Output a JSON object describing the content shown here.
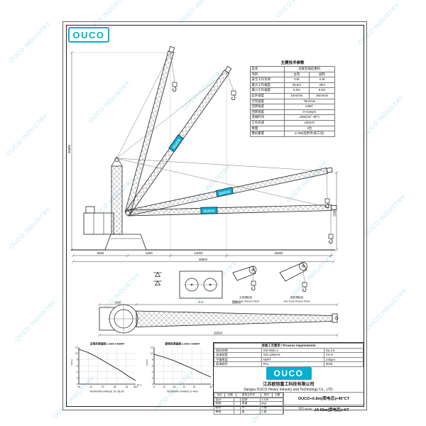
{
  "brand": {
    "name": "OUCO",
    "accent": "#0aaecf"
  },
  "watermark": {
    "text": "·OUCO INDUSTRY·"
  },
  "spec_table": {
    "title": "主要技术参数",
    "rows": [
      {
        "label": "型式",
        "main": "双联变幅起重机",
        "aux": ""
      },
      {
        "label": "项目",
        "main": "主钩",
        "aux": "副钩"
      },
      {
        "label": "安全工作负荷",
        "main": "0.8t",
        "aux": "0.5t"
      },
      {
        "label": "最大工作幅度",
        "main": "38.5m",
        "aux": "40m"
      },
      {
        "label": "最小工作幅度",
        "main": "6.2m",
        "aux": "6.5m"
      },
      {
        "label": "起升速度",
        "main": "10m/min",
        "aux": "30m/min"
      },
      {
        "label": "空钩速度",
        "main": "75m/min",
        "aux": ""
      },
      {
        "label": "回转角度",
        "main": "≥360°",
        "aux": ""
      },
      {
        "label": "回转速度",
        "main": "0~0.8rpm",
        "aux": ""
      },
      {
        "label": "变幅时间",
        "main": "≤90s(15°~80°)",
        "aux": ""
      },
      {
        "label": "工作风速",
        "main": "≤20m/s",
        "aux": ""
      },
      {
        "label": "数量",
        "main": "2台",
        "aux": ""
      },
      {
        "label": "整机重量",
        "main": "2×35t(含附件,按工况)",
        "aux": ""
      }
    ]
  },
  "dims": {
    "seg1": "5800",
    "seg2": "6200",
    "seg3": "14000",
    "seg4": "26000",
    "total": "38500",
    "height": "36000",
    "right_h": "5200",
    "plan_seg": "3200",
    "plan_top": "29000",
    "plan_total": "26000"
  },
  "labels": {
    "section": "A-A",
    "detail1_cn": "主钩滑轮组",
    "detail1_en": "Main hook sheave block",
    "detail2_cn": "副钩滑轮组",
    "detail2_en": "Aux hook sheave block"
  },
  "chart_data": [
    {
      "type": "line",
      "title": "主钩负荷曲线 LOAD CHART",
      "xlabel": "R(m)",
      "ylabel": "SWL(t)",
      "x": [
        10,
        14,
        18,
        22,
        26,
        30,
        34,
        38.5
      ],
      "values": [
        12,
        10.5,
        8.8,
        7.2,
        5.8,
        4.6,
        3.6,
        3
      ],
      "xlim": [
        10,
        38.5
      ],
      "ylim": [
        0,
        12
      ],
      "yticks": [
        "12",
        "10",
        "8",
        "6",
        "4",
        "2",
        "0"
      ],
      "xticks": [
        "10",
        "16",
        "22",
        "28",
        "34",
        "38.5"
      ],
      "caption": "WORKING RANGE 10~38.5m"
    },
    {
      "type": "line",
      "title": "副钩负荷曲线 LOAD CHART",
      "xlabel": "R(m)",
      "ylabel": "SWL(t)",
      "x": [
        6,
        12,
        18,
        24,
        30,
        40
      ],
      "values": [
        10,
        8.6,
        7,
        5.6,
        4.2,
        3
      ],
      "xlim": [
        6,
        40
      ],
      "ylim": [
        0,
        12
      ],
      "yticks": [
        "12",
        "10",
        "8",
        "6",
        "4",
        "2",
        "0"
      ],
      "xticks": [
        "6",
        "12",
        "18",
        "24",
        "30",
        "40"
      ],
      "caption": "WORKING RANGE 6~40m"
    }
  ],
  "title_block": {
    "process_header": "涂装工艺要求 / Process requirements",
    "process_rows": [
      {
        "item": "喷砂除锈",
        "std": "ISO 8501-1",
        "val": "Sa 2.5"
      },
      {
        "item": "油漆配套",
        "std": "ISO 12944-5",
        "val": "C4-H"
      },
      {
        "item": "干膜厚度",
        "std": "NDFT",
        "val": "240μm"
      },
      {
        "item": "面漆颜色",
        "std": "RAL",
        "val": "5015"
      }
    ],
    "company_cn": "江苏欧铠重工科技有限公司",
    "company_en": "Jiangsu OUCO Heavy Industry and Technology Co., LTD.",
    "rev_cells": [
      "标记",
      "处数",
      "更改文件号",
      "签字",
      "日期"
    ],
    "sign_rows": [
      {
        "c1": "设计",
        "c2": "",
        "c3": "比例",
        "c4": "1:100"
      },
      {
        "c1": "制图",
        "c2": "",
        "c3": "质量",
        "c4": "(kg)"
      },
      {
        "c1": "校对",
        "c2": "",
        "c3": "共",
        "c4": "1 张"
      },
      {
        "c1": "审核",
        "c2": "",
        "c3": "第",
        "c4": "1 张"
      }
    ],
    "drawing_title": "OUCO+0.8m(荣电芯)+45°CT",
    "model_label": "型号 Model",
    "model": "JA 65m(荣电芯)+KT"
  }
}
